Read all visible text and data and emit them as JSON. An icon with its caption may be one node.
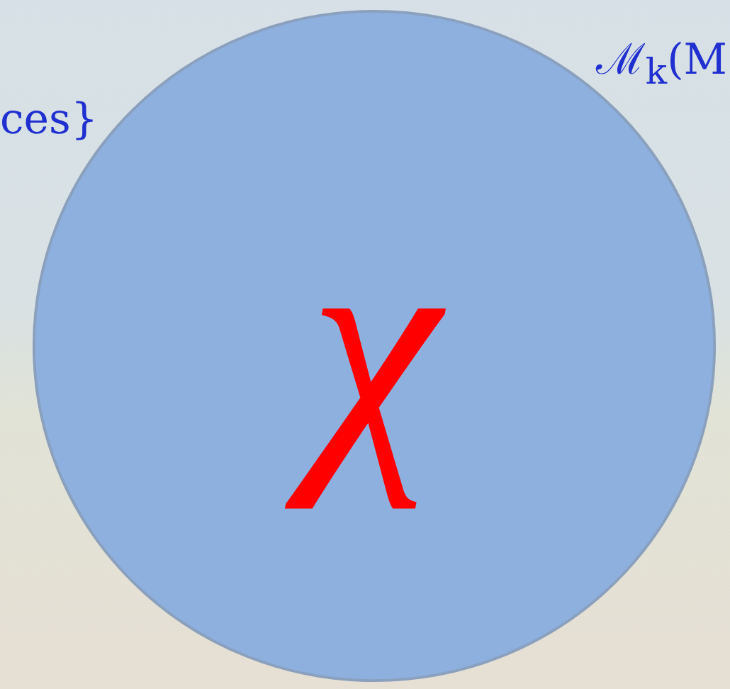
{
  "diagram": {
    "nodes": [
      {
        "text": [
          "χ"
        ]
      }
    ],
    "labels": [
      "ces}",
      "ℳ$_{k}$(M"
    ]
  }
}
